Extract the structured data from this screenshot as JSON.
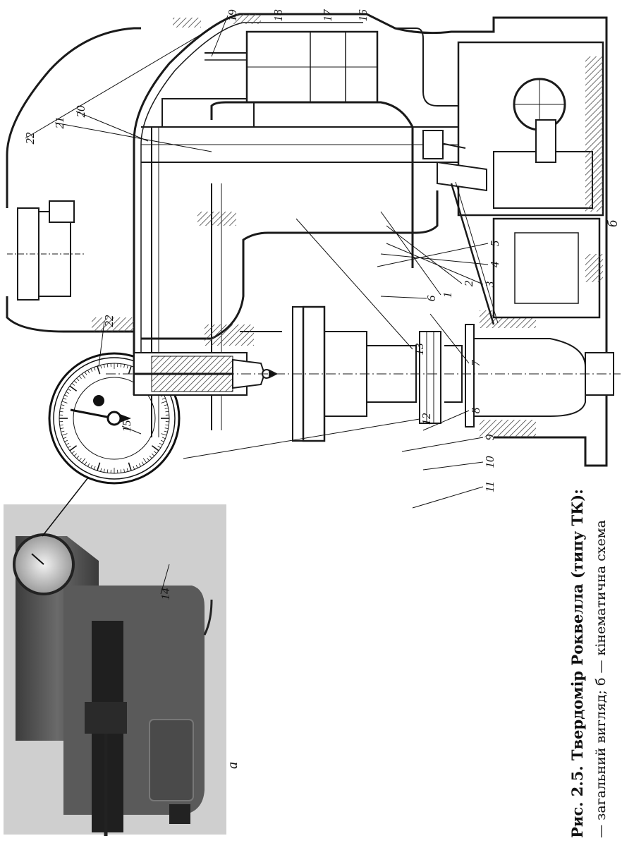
{
  "figure": {
    "caption_bold": "Рис. 2.5. Твердомір Роквелла (типу ТК):",
    "caption_rest": "— загальний вигляд; б — кінематична схема",
    "panel_a_label": "а",
    "panel_b_label": "б"
  },
  "callouts": [
    "1",
    "2",
    "3",
    "4",
    "5",
    "6",
    "7",
    "8",
    "9",
    "10",
    "11",
    "12",
    "13",
    "14",
    "15",
    "16",
    "17",
    "18",
    "19",
    "20",
    "21",
    "22",
    "22"
  ],
  "colors": {
    "ink": "#1a1a1a",
    "hatch": "#555555",
    "photo_bg": "#cfcfcf",
    "photo_body": "#555555"
  }
}
